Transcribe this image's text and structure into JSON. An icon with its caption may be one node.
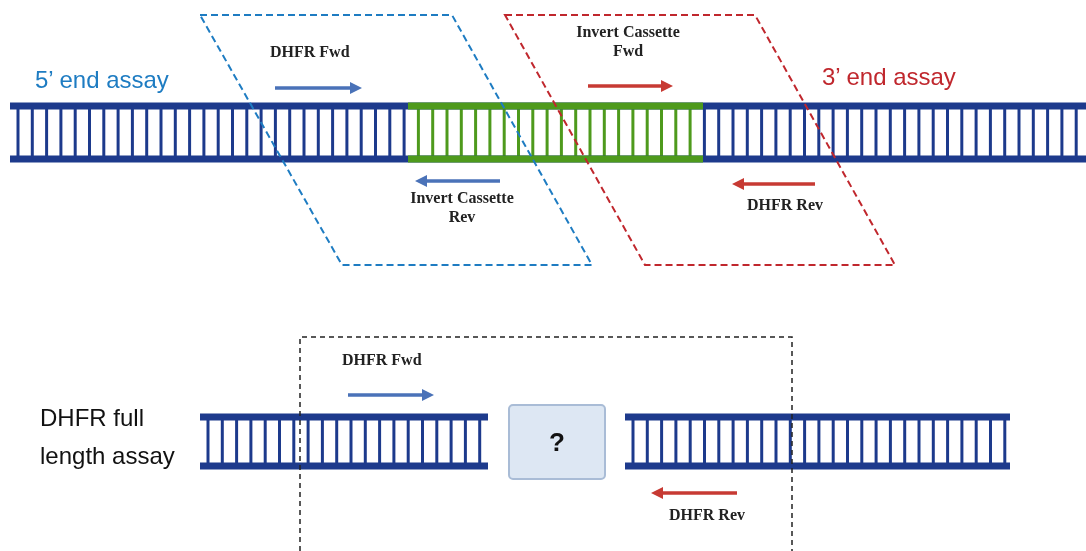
{
  "diagram": {
    "nodes": [
      {
        "text": [
          "?"
        ]
      }
    ],
    "labels": [
      "DHFR Fwd",
      "Invert Cassette Fwd",
      "5’ end assay",
      "3’ end assay",
      "Invert Cassette Rev",
      "DHFR Rev",
      "DHFR Fwd",
      "DHFR full length assay",
      "DHFR Rev"
    ]
  }
}
